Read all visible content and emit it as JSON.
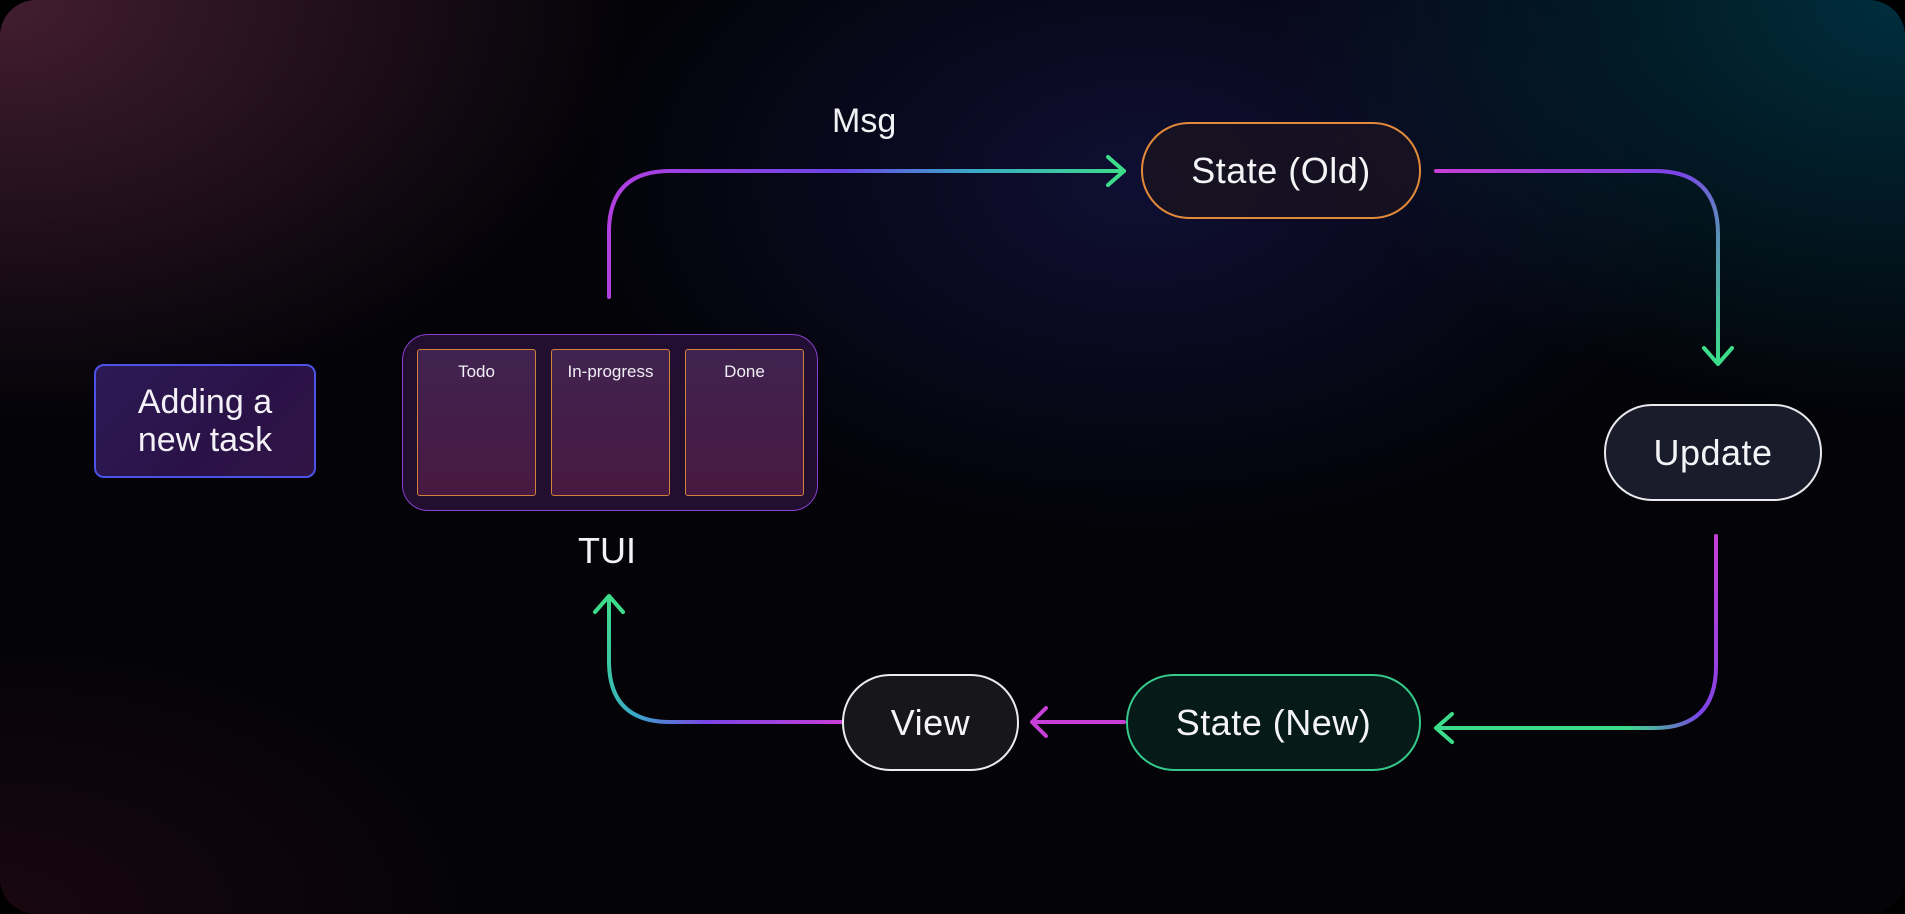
{
  "diagram": {
    "edge_labels": {
      "msg": "Msg"
    },
    "nodes": {
      "task": "Adding a\nnew task",
      "tui_caption": "TUI",
      "tui_columns": [
        "Todo",
        "In-progress",
        "Done"
      ],
      "state_old": "State (Old)",
      "update": "Update",
      "state_new": "State (New)",
      "view": "View"
    },
    "colors": {
      "state_old_border": "#e38a3a",
      "state_new_border": "#35c98a",
      "gradient_purple": "#b23fe0",
      "gradient_green": "#3ddc8a",
      "task_border": "#4b54e6",
      "tui_column_border": "#d0813a"
    }
  }
}
